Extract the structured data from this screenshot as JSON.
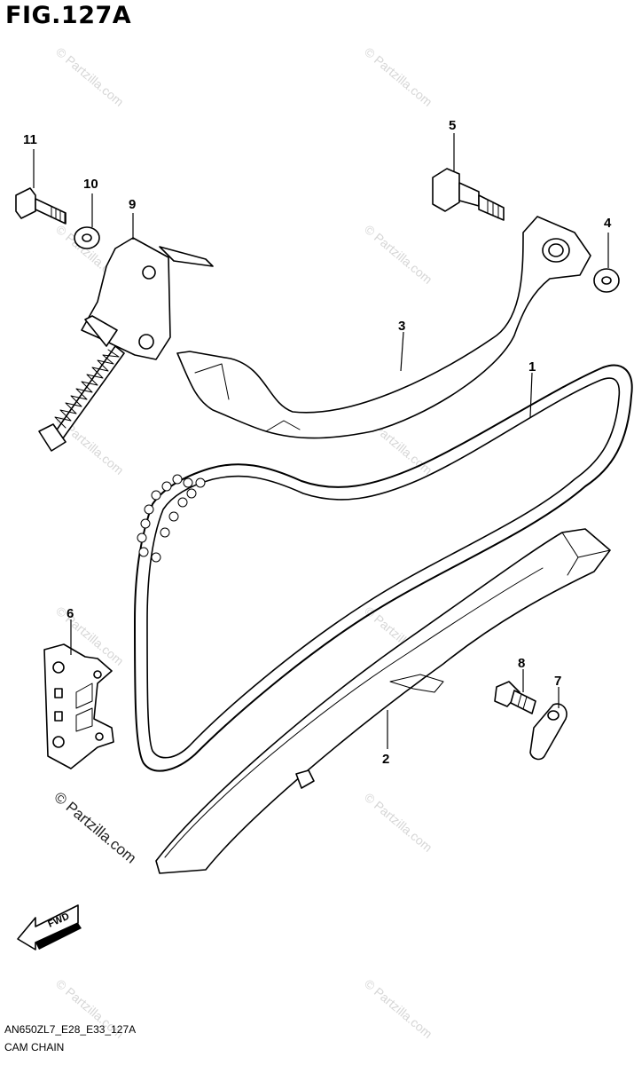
{
  "figure": {
    "title": "FIG.127A",
    "model_code": "AN650ZL7_E28_E33_127A",
    "name": "CAM CHAIN",
    "fwd_label": "FWD"
  },
  "callouts": [
    {
      "ref": "1",
      "part": "cam-chain"
    },
    {
      "ref": "2",
      "part": "chain-guide"
    },
    {
      "ref": "3",
      "part": "tensioner-guide"
    },
    {
      "ref": "4",
      "part": "washer"
    },
    {
      "ref": "5",
      "part": "shoulder-bolt"
    },
    {
      "ref": "6",
      "part": "guide-holder-plate"
    },
    {
      "ref": "7",
      "part": "guide-tab"
    },
    {
      "ref": "8",
      "part": "screw"
    },
    {
      "ref": "9",
      "part": "chain-tensioner"
    },
    {
      "ref": "10",
      "part": "washer"
    },
    {
      "ref": "11",
      "part": "bolt"
    }
  ],
  "watermarks": {
    "small": "© Partzilla.com",
    "large": "© Partzilla.com"
  }
}
